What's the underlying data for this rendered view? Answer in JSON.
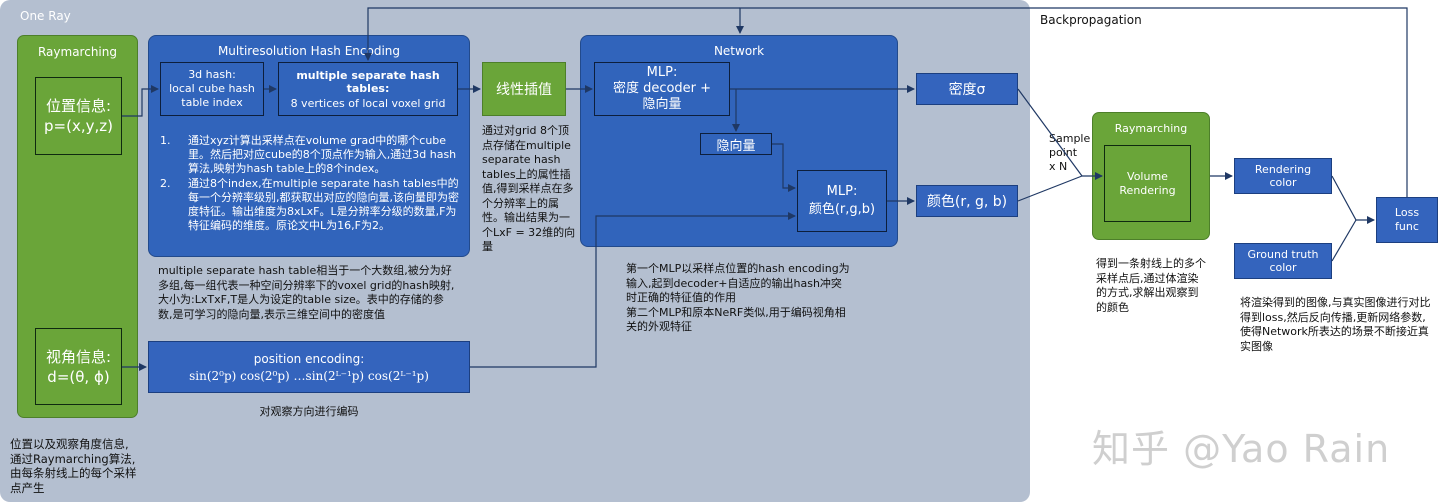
{
  "region_label": "One Ray",
  "backprop_label": "Backpropagation",
  "raymarching_left": {
    "title": "Raymarching",
    "position_box": "位置信息:\np=(x,y,z)",
    "view_box": "视角信息:\nd=(θ, ϕ)",
    "note": "位置以及观察角度信息,\n通过Raymarching算法,\n由每条射线上的每个采样\n点产生"
  },
  "hash_encoding": {
    "title": "Multiresolution Hash Encoding",
    "box1": "3d hash:\nlocal cube hash\ntable index",
    "box2_title": "multiple separate hash tables:",
    "box2_sub": "8 vertices of local voxel grid",
    "steps": [
      "通过xyz计算出采样点在volume grad中的哪个cube里。然后把对应cube的8个顶点作为输入,通过3d hash算法,映射为hash table上的8个index。",
      "通过8个index,在multiple separate hash tables中的每一个分辨率级别,都获取出对应的隐向量,该向量即为密度特征。输出维度为8xLxF。L是分辨率分级的数量,F为特征编码的维度。原论文中L为16,F为2。"
    ],
    "note": "multiple separate hash table相当于一个大数组,被分为好多组,每一组代表一种空间分辨率下的voxel grid的hash映射,大小为:LxTxF,T是人为设定的table size。表中的存储的参数,是可学习的隐向量,表示三维空间中的密度值"
  },
  "interp": {
    "label": "线性插值",
    "note": "通过对grid 8个顶点存储在multiple separate hash tables上的属性插值,得到采样点在多个分辨率上的属性。输出结果为一个LxF = 32维的向量"
  },
  "position_encoding": {
    "title": "position encoding:",
    "formula": "sin(2⁰p) cos(2⁰p) …sin(2ᴸ⁻¹p) cos(2ᴸ⁻¹p)",
    "note": "对观察方向进行编码"
  },
  "network": {
    "title": "Network",
    "mlp1": "MLP:\n密度 decoder +\n隐向量",
    "latent": "隐向量",
    "mlp2": "MLP:\n颜色(r,g,b)",
    "note": "第一个MLP以采样点位置的hash encoding为输入,起到decoder+自适应的输出hash冲突时正确的特征值的作用\n第二个MLP和原本NeRF类似,用于编码视角相关的外观特征"
  },
  "density_out": "密度σ",
  "color_out": "颜色(r, g, b)",
  "sample_label": "Sample\npoint\nx N",
  "raymarching_right": {
    "title": "Raymarching",
    "inner": "Volume\nRendering",
    "note": "得到一条射线上的多个采样点后,通过体渲染的方式,求解出观察到的颜色"
  },
  "rendering_color": "Rendering\ncolor",
  "ground_truth": "Ground truth\ncolor",
  "loss": "Loss\nfunc",
  "loss_note": "将渲染得到的图像,与真实图像进行对比得到loss,然后反向传播,更新网络参数,使得Network所表达的场景不断接近真实图像",
  "watermark": "知乎 @Yao Rain",
  "colors": {
    "region": "#b4bfd0",
    "green": "#6aa539",
    "blue": "#3164bb",
    "arrow": "#1f3864"
  }
}
